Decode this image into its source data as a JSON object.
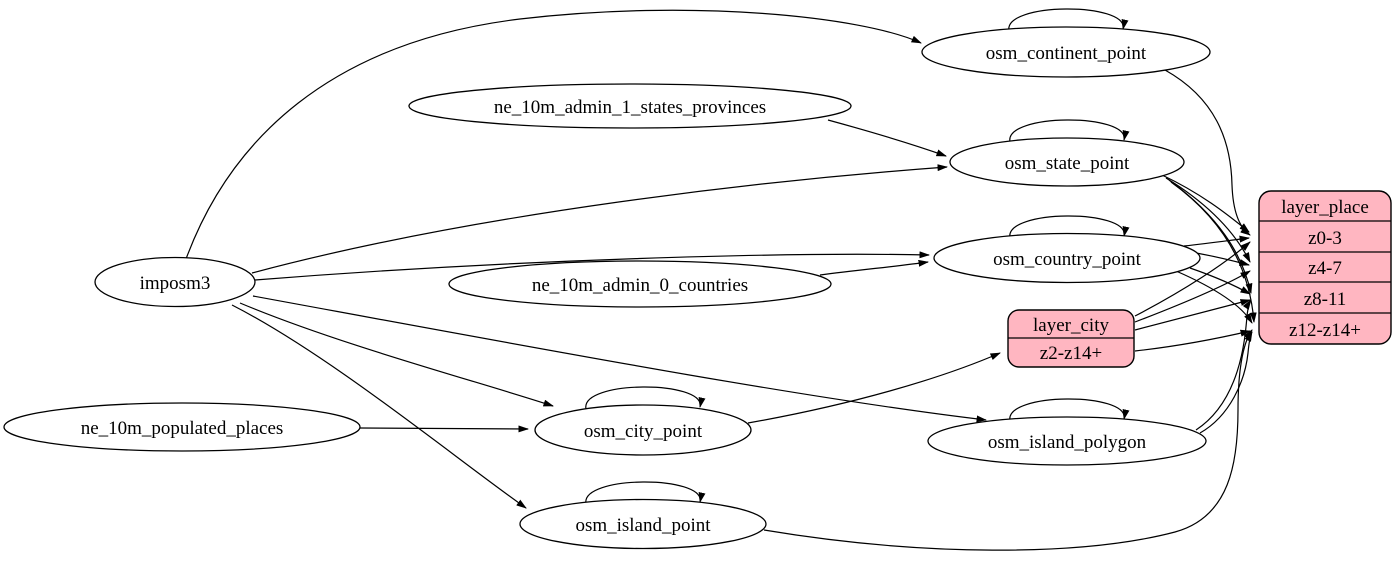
{
  "diagram": {
    "kind": "etl-graph",
    "background_color": "#ffffff",
    "node_fill_color": "#ffffff",
    "record_fill_color": "#ffb6c1",
    "edge_color": "#000000"
  },
  "nodes": {
    "imposm3": {
      "label": "imposm3"
    },
    "ne_10m_admin_1_states_provinces": {
      "label": "ne_10m_admin_1_states_provinces"
    },
    "ne_10m_admin_0_countries": {
      "label": "ne_10m_admin_0_countries"
    },
    "ne_10m_populated_places": {
      "label": "ne_10m_populated_places"
    },
    "osm_continent_point": {
      "label": "osm_continent_point"
    },
    "osm_state_point": {
      "label": "osm_state_point"
    },
    "osm_country_point": {
      "label": "osm_country_point"
    },
    "osm_city_point": {
      "label": "osm_city_point"
    },
    "osm_island_polygon": {
      "label": "osm_island_polygon"
    },
    "osm_island_point": {
      "label": "osm_island_point"
    }
  },
  "records": {
    "layer_city": {
      "title": "layer_city",
      "rows": [
        "z2-z14+"
      ]
    },
    "layer_place": {
      "title": "layer_place",
      "rows": [
        "z0-3",
        "z4-7",
        "z8-11",
        "z12-z14+"
      ]
    }
  },
  "edges": [
    {
      "from": "imposm3",
      "to": "osm_continent_point"
    },
    {
      "from": "imposm3",
      "to": "osm_state_point"
    },
    {
      "from": "imposm3",
      "to": "osm_country_point"
    },
    {
      "from": "imposm3",
      "to": "osm_city_point"
    },
    {
      "from": "imposm3",
      "to": "osm_island_polygon"
    },
    {
      "from": "imposm3",
      "to": "osm_island_point"
    },
    {
      "from": "ne_10m_admin_1_states_provinces",
      "to": "osm_state_point"
    },
    {
      "from": "ne_10m_admin_0_countries",
      "to": "osm_country_point"
    },
    {
      "from": "ne_10m_populated_places",
      "to": "osm_city_point"
    },
    {
      "from": "osm_continent_point",
      "to": "osm_continent_point"
    },
    {
      "from": "osm_state_point",
      "to": "osm_state_point"
    },
    {
      "from": "osm_country_point",
      "to": "osm_country_point"
    },
    {
      "from": "osm_city_point",
      "to": "osm_city_point"
    },
    {
      "from": "osm_island_polygon",
      "to": "osm_island_polygon"
    },
    {
      "from": "osm_island_point",
      "to": "osm_island_point"
    },
    {
      "from": "osm_continent_point",
      "to": "layer_place",
      "port": "z0-3"
    },
    {
      "from": "osm_state_point",
      "to": "layer_place",
      "port": "z0-3"
    },
    {
      "from": "osm_state_point",
      "to": "layer_place",
      "port": "z4-7"
    },
    {
      "from": "osm_state_point",
      "to": "layer_place",
      "port": "z8-11"
    },
    {
      "from": "osm_state_point",
      "to": "layer_place",
      "port": "z12-z14+"
    },
    {
      "from": "osm_country_point",
      "to": "layer_place",
      "port": "z0-3"
    },
    {
      "from": "osm_country_point",
      "to": "layer_place",
      "port": "z4-7"
    },
    {
      "from": "osm_country_point",
      "to": "layer_place",
      "port": "z8-11"
    },
    {
      "from": "osm_country_point",
      "to": "layer_place",
      "port": "z12-z14+"
    },
    {
      "from": "osm_city_point",
      "to": "layer_city",
      "port": "z2-z14+"
    },
    {
      "from": "layer_city",
      "to": "layer_place",
      "port": "z0-3"
    },
    {
      "from": "layer_city",
      "to": "layer_place",
      "port": "z4-7"
    },
    {
      "from": "layer_city",
      "to": "layer_place",
      "port": "z8-11"
    },
    {
      "from": "layer_city",
      "to": "layer_place",
      "port": "z12-z14+"
    },
    {
      "from": "osm_island_polygon",
      "to": "layer_place",
      "port": "z8-11"
    },
    {
      "from": "osm_island_polygon",
      "to": "layer_place",
      "port": "z12-z14+"
    },
    {
      "from": "osm_island_point",
      "to": "layer_place",
      "port": "z12-z14+"
    }
  ]
}
